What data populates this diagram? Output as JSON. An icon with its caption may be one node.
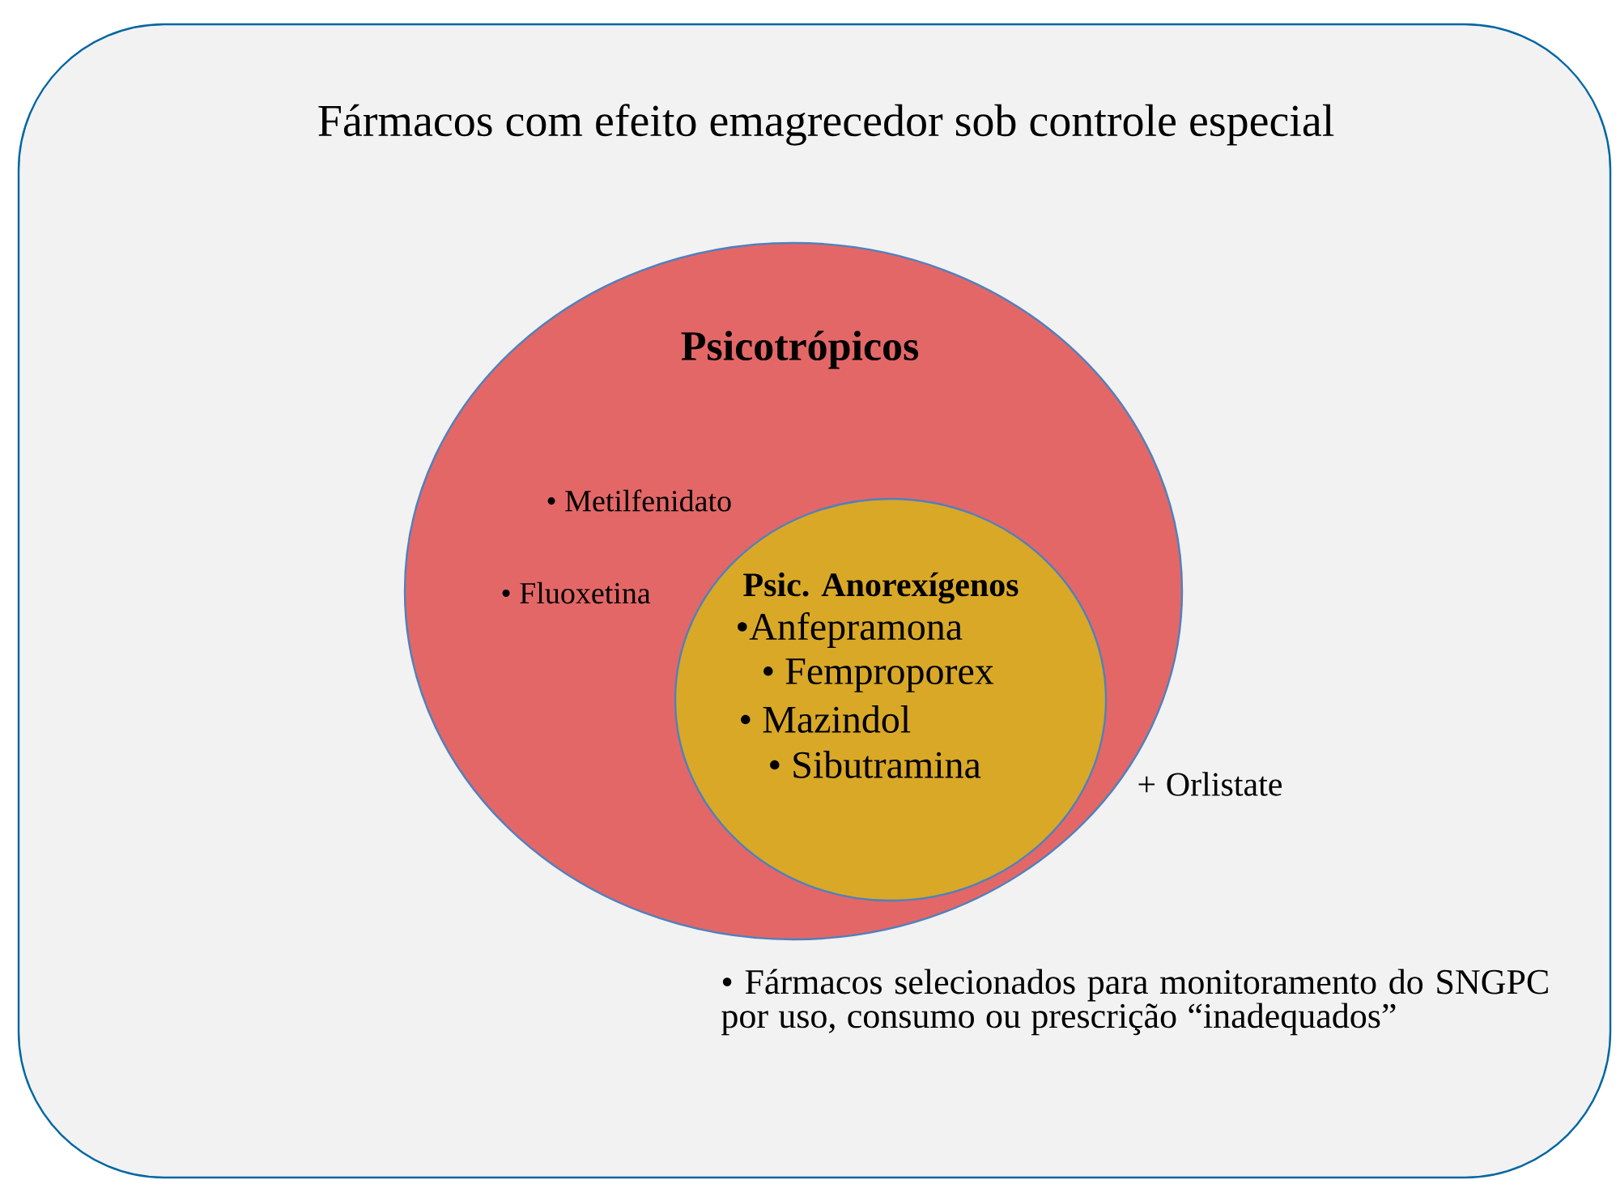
{
  "diagram": {
    "title": "Fármacos com efeito emagrecedor sob controle especial",
    "nodes": [
      {
        "text": [],
        "shape": "box"
      },
      {
        "text": [
          "Psicotrópicos",
          "• Metilfenidato",
          "• Fluoxetina"
        ],
        "in": 0
      },
      {
        "text": [
          "Psic. Anorexígenos",
          "•Anfepramona",
          "• Femproporex",
          "• Mazindol",
          "• Sibutramina"
        ],
        "in": 1
      }
    ],
    "labels": [
      "+ Orlistate",
      "• Fármacos selecionados  para monitoramento do SNGPC por uso, consumo ou prescrição “inadequados”"
    ]
  }
}
